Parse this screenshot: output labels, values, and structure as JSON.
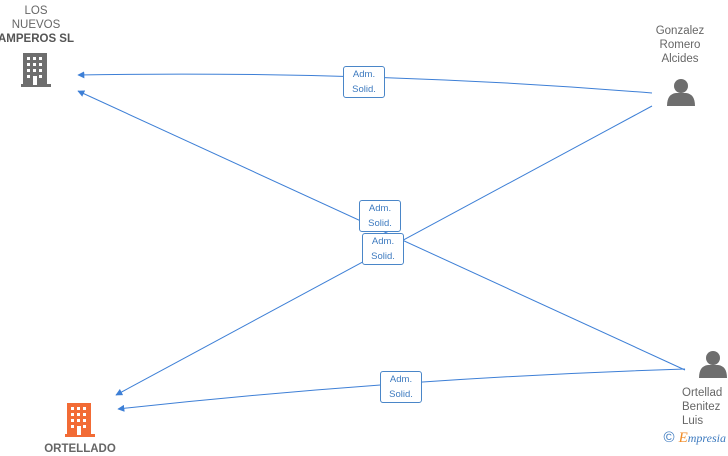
{
  "colors": {
    "edge": "#3d7fd6",
    "company_gray": "#6e6e6e",
    "company_highlight": "#f26b35",
    "person": "#6e6e6e",
    "label_text": "#666666"
  },
  "nodes": [
    {
      "id": "los-nuevos",
      "type": "company",
      "highlight": false,
      "lines": [
        "LOS",
        "NUEVOS",
        "AMPEROS  SL"
      ]
    },
    {
      "id": "ortellado-company",
      "type": "company",
      "highlight": true,
      "lines": [
        "ORTELLADO"
      ]
    },
    {
      "id": "gonzalez",
      "type": "person",
      "lines": [
        "Gonzalez",
        "Romero",
        "Alcides"
      ]
    },
    {
      "id": "ortellado-person",
      "type": "person",
      "lines": [
        "Ortellad",
        "Benitez",
        "Luis"
      ]
    }
  ],
  "edges": [
    {
      "from": "gonzalez",
      "to": "los-nuevos",
      "label": [
        "Adm.",
        "Solid."
      ]
    },
    {
      "from": "ortellado-person",
      "to": "los-nuevos",
      "label": [
        "Adm.",
        "Solid."
      ]
    },
    {
      "from": "gonzalez",
      "to": "ortellado-company",
      "label": [
        "Adm.",
        "Solid."
      ]
    },
    {
      "from": "ortellado-person",
      "to": "ortellado-company",
      "label": [
        "Adm.",
        "Solid."
      ]
    }
  ],
  "footer": {
    "copyright": "©",
    "brand_initial": "E",
    "brand_rest": "mpresia"
  }
}
